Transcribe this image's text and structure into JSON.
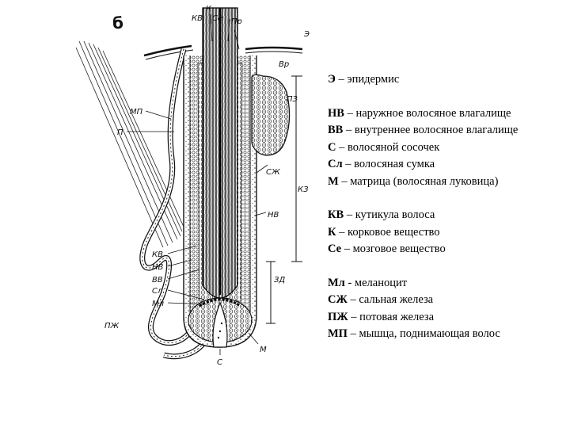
{
  "figure": {
    "panel_letter": "б",
    "labels": {
      "k": "К",
      "kv_top": "КВ",
      "se": "Се",
      "pr": "Пр",
      "e": "Э",
      "vr": "Вр",
      "pz": "ПЗ",
      "szh": "СЖ",
      "kz": "КЗ",
      "nv": "НВ",
      "mp": "МП",
      "p": "П",
      "kv": "КВ",
      "nv_left": "НВ",
      "vv": "ВВ",
      "sl": "Сл",
      "ml": "Мл",
      "zd": "ЗД",
      "pzh": "ПЖ",
      "m": "М",
      "s": "С"
    }
  },
  "legend": {
    "groups": [
      [
        {
          "abbr": "Э",
          "text": " – эпидермис"
        }
      ],
      [
        {
          "abbr": "НВ",
          "text": " – наружное волосяное влагалище"
        },
        {
          "abbr": "ВВ",
          "text": " – внутреннее волосяное влагалище"
        },
        {
          "abbr": "С",
          "text": " – волосяной сосочек"
        },
        {
          "abbr": "Сл",
          "text": " – волосяная сумка"
        },
        {
          "abbr": "М",
          "text": " – матрица (волосяная луковица)"
        }
      ],
      [
        {
          "abbr": "КВ",
          "text": " – кутикула волоса"
        },
        {
          "abbr": "К",
          "text": " – корковое вещество"
        },
        {
          "abbr": "Се",
          "text": " – мозговое вещество"
        }
      ],
      [
        {
          "abbr": "Мл",
          "text": " - меланоцит"
        },
        {
          "abbr": "СЖ",
          "text": " – сальная железа"
        },
        {
          "abbr": "ПЖ",
          "text": " – потовая железа"
        },
        {
          "abbr": "МП",
          "text": " – мышца, поднимающая волос"
        }
      ]
    ]
  }
}
